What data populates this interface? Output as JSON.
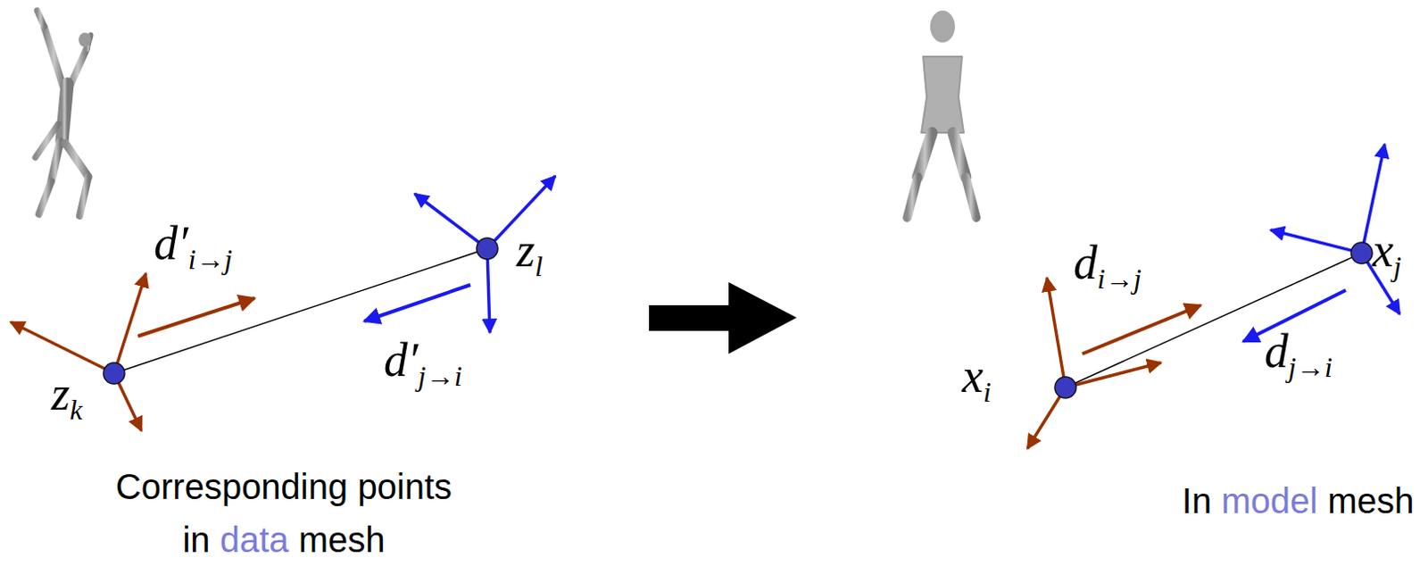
{
  "diagram": {
    "labels": [
      "zk",
      "d′i→j",
      "d′j→i",
      "zl",
      "Corresponding points in data mesh",
      "xi",
      "di→j",
      "dj→i",
      "xj",
      "In model mesh"
    ]
  }
}
